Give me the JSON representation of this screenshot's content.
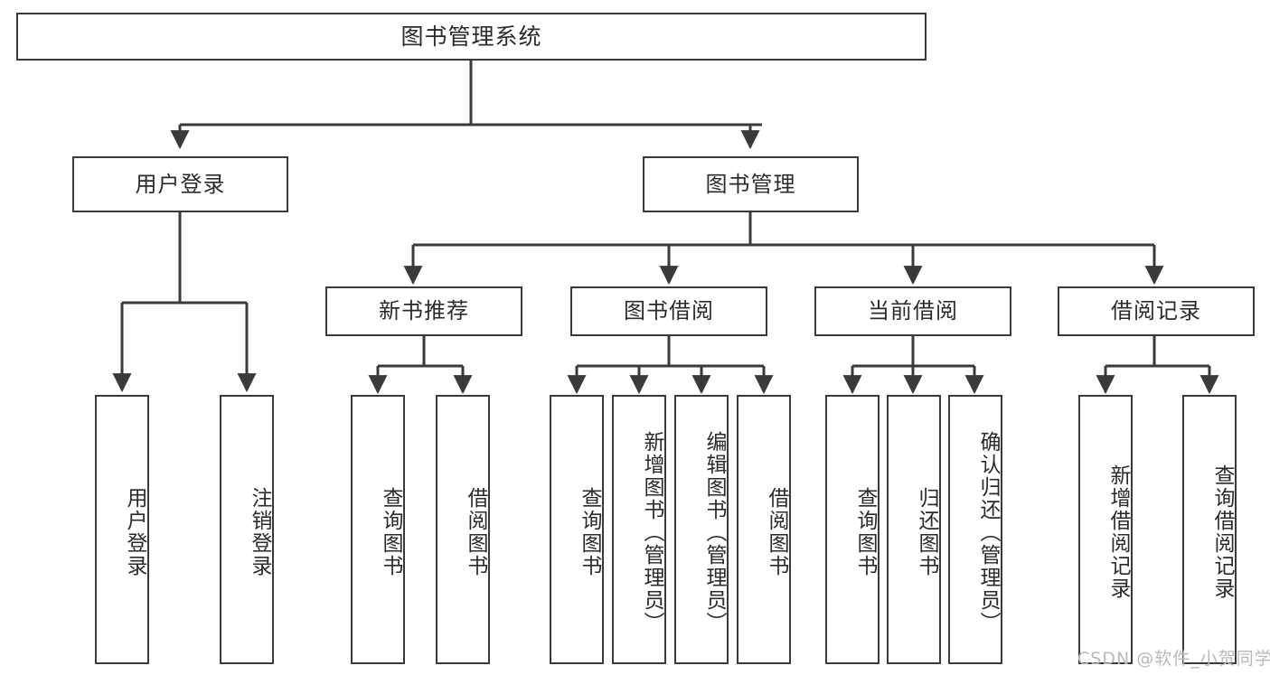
{
  "diagram": {
    "title": "图书管理系统",
    "watermark": "CSDN @软件_小贺同学",
    "stroke_color": "#3a3a3a",
    "text_color": "#2b2b2b",
    "background": "#ffffff",
    "nodes": {
      "root": "图书管理系统",
      "level2": {
        "user_login": "用户登录",
        "book_manage": "图书管理"
      },
      "level3": {
        "new_book_recommend": "新书推荐",
        "book_borrow": "图书借阅",
        "current_borrow": "当前借阅",
        "borrow_record": "借阅记录"
      },
      "leaves": {
        "user_login_leaf_1": "用户登录",
        "user_login_leaf_2": "注销登录",
        "recommend_leaf_1": "查询图书",
        "recommend_leaf_2": "借阅图书",
        "borrow_leaf_1": "查询图书",
        "borrow_leaf_2": "新增图书（管理员）",
        "borrow_leaf_3": "编辑图书（管理员）",
        "borrow_leaf_4": "借阅图书",
        "current_leaf_1": "查询图书",
        "current_leaf_2": "归还图书",
        "current_leaf_3": "确认归还（管理员）",
        "record_leaf_1": "新增借阅记录",
        "record_leaf_2": "查询借阅记录"
      }
    }
  }
}
